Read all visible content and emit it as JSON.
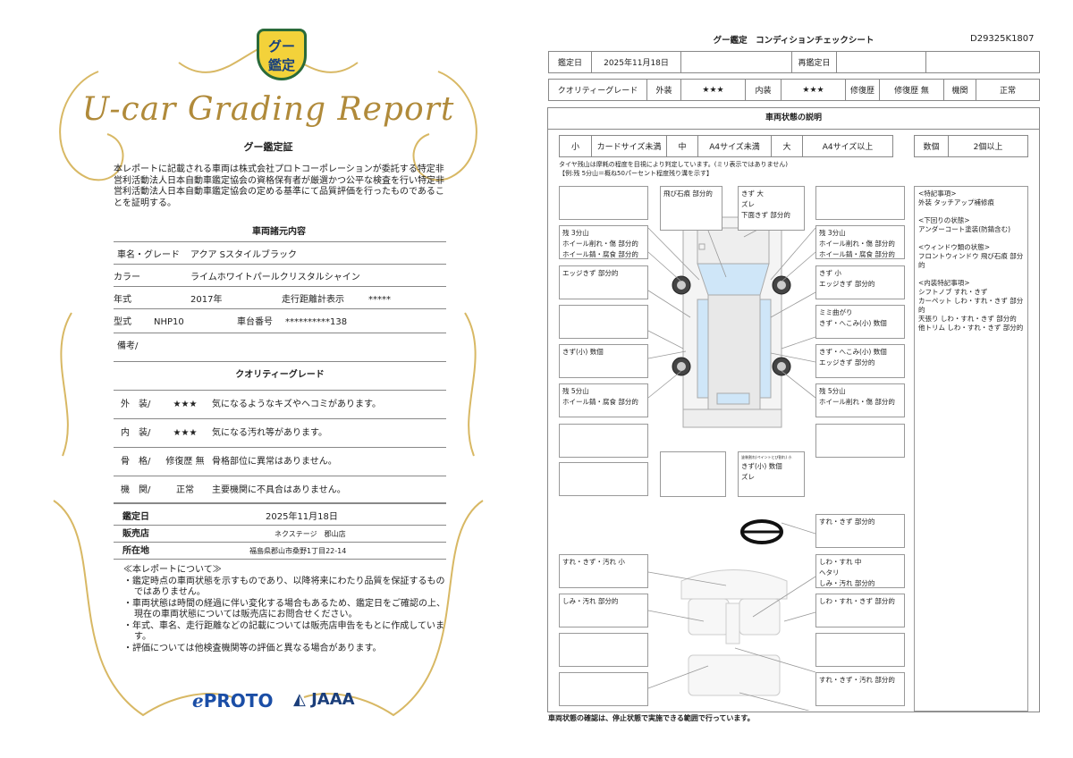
{
  "left": {
    "logo_text": "グー\n鑑定",
    "report_title": "U-car Grading Report",
    "cert_title": "グー鑑定証",
    "intro": "本レポートに記載される車両は株式会社プロトコーポレーションが委託する特定非営利活動法人日本自動車鑑定協会の資格保有者が厳選かつ公平な検査を行い特定非営利活動法人日本自動車鑑定協会の定める基準にて品質評価を行ったものであることを証明する。",
    "spec_title": "車両諸元内容",
    "spec": {
      "name_label": "車名・グレード",
      "name": "アクア Sスタイルブラック",
      "color_label": "カラー",
      "color": "ライムホワイトパールクリスタルシャイン",
      "year_label": "年式",
      "year": "2017年",
      "mileage_label": "走行距離計表示",
      "mileage": "*****",
      "model_label": "型式",
      "model": "NHP10",
      "chassis_label": "車台番号",
      "chassis": "**********138",
      "remarks_label": "備考/"
    },
    "grade_title": "クオリティーグレード",
    "grades": [
      {
        "label": "外　装/",
        "value": "★★★",
        "desc": "気になるようなキズやヘコミがあります。"
      },
      {
        "label": "内　装/",
        "value": "★★★",
        "desc": "気になる汚れ等があります。"
      },
      {
        "label": "骨　格/",
        "value": "修復歴 無",
        "desc": "骨格部位に異常はありません。"
      },
      {
        "label": "機　関/",
        "value": "正常",
        "desc": "主要機関に不具合はありません。"
      }
    ],
    "date_label": "鑑定日",
    "date": "2025年11月18日",
    "shop_label": "販売店",
    "shop": "ネクステージ　郡山店",
    "addr_label": "所在地",
    "addr": "福島県郡山市桑野1丁目22-14",
    "notes_title": "≪本レポートについて≫",
    "notes": [
      "・鑑定時点の車両状態を示すものであり、以降将来にわたり品質を保証するものではありません。",
      "・車両状態は時間の経過に伴い変化する場合もあるため、鑑定日をご確認の上、現在の車両状態については販売店にお問合せください。",
      "・年式、車名、走行距離などの記載については販売店申告をもとに作成しています。",
      "・評価については他検査機関等の評価と異なる場合があります。"
    ],
    "proto_logo": "PROTO",
    "jaaa_logo": "JAAA"
  },
  "right": {
    "title": "グー鑑定　コンディションチェックシート",
    "doc_id": "D29325K1807",
    "date_label": "鑑定日",
    "date": "2025年11月18日",
    "redate_label": "再鑑定日",
    "quality_label": "クオリティーグレード",
    "ext_label": "外装",
    "ext": "★★★",
    "int_label": "内装",
    "int": "★★★",
    "repair_label": "修復歴",
    "repair": "修復歴 無",
    "engine_label": "機関",
    "engine": "正常",
    "section_title": "車両状態の説明",
    "sizes": [
      "小",
      "カードサイズ未満",
      "中",
      "A4サイズ未満",
      "大",
      "A4サイズ以上"
    ],
    "count_label": "数個",
    "count": "2個以上",
    "tire_note1": "タイヤ残山は摩耗の程度を目視により判定しています。(ミリ表示ではありません)",
    "tire_note2": "【例:残 5分山＝概ね50パーセント程度残り溝を示す】",
    "boxes": {
      "c1": "飛び石痕 部分的",
      "c2": "きず 大\nズレ\n下面きず 部分的",
      "l2": "残 3分山\nホイール削れ・傷 部分的\nホイール錆・腐食 部分的",
      "l3": "エッジきず 部分的",
      "l5": "きず(小) 数個",
      "l6": "残 5分山\nホイール錆・腐食 部分的",
      "r2": "残 3分山\nホイール削れ・傷 部分的\nホイール錆・腐食 部分的",
      "r3": "きず 小\nエッジきず 部分的",
      "r4": "ミミ曲がり\nきず・へこみ(小) 数個",
      "r5": "きず・へこみ(小) 数個\nエッジきず 部分的",
      "r6": "残 5分山\nホイール削れ・傷 部分的",
      "c4_small": "塗装割れ(ペイントとび割れ) 小",
      "c4": "きず(小) 数個\nズレ",
      "i_r1": "すれ・きず 部分的",
      "i_l1": "すれ・きず・汚れ 小",
      "i_r2": "しわ・すれ 中\nヘタリ\nしみ・汚れ 部分的",
      "i_l2": "しみ・汚れ 部分的",
      "i_r3": "しわ・すれ・きず 部分的",
      "i_r5": "すれ・きず・汚れ 部分的"
    },
    "notes": [
      {
        "h": "<特記事項>",
        "t": "外装 タッチアップ補修痕"
      },
      {
        "h": "<下回りの状態>",
        "t": "アンダーコート塗装(防錆含む)"
      },
      {
        "h": "<ウィンドウ類の状態>",
        "t": "フロントウィンドウ 飛び石痕 部分的"
      },
      {
        "h": "<内装特記事項>",
        "t": "シフトノブ すれ・きず\nカーペット しわ・すれ・きず 部分的\n天張り しわ・すれ・きず 部分的\n他トリム しわ・すれ・きず 部分的"
      }
    ],
    "footer": "車両状態の確認は、停止状態で実施できる範囲で行っています。"
  }
}
